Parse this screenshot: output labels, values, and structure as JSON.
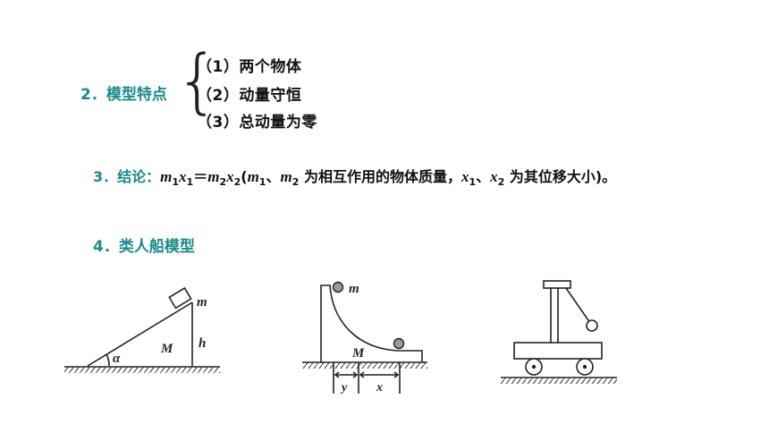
{
  "section2": {
    "title": "2．模型特点",
    "items": [
      "（1）两个物体",
      "（2）动量守恒",
      "（3）总动量为零"
    ]
  },
  "section3": {
    "label": "3．结论：",
    "text": "为相互作用的物体质量，",
    "text2": "为其位移大小)。"
  },
  "section4": {
    "title": "4．类人船模型"
  },
  "figures": {
    "fig1": {
      "alpha": "α",
      "M": "M",
      "m": "m",
      "h": "h"
    },
    "fig2": {
      "m": "m",
      "M": "M",
      "y": "y",
      "x": "x"
    }
  },
  "colors": {
    "heading": "#1a8a8a",
    "text": "#111111"
  }
}
